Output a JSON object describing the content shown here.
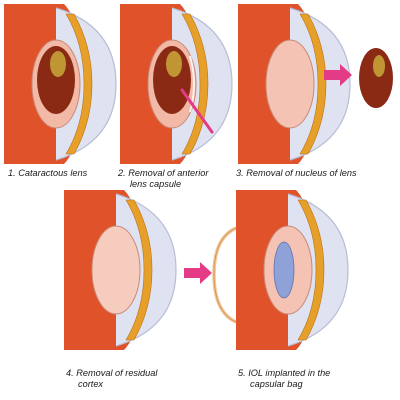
{
  "steps": [
    {
      "number": "1.",
      "line1": "Cataractous lens",
      "line2": ""
    },
    {
      "number": "2.",
      "line1": "Removal of anterior",
      "line2": "lens capsule"
    },
    {
      "number": "3.",
      "line1": "Removal of nucleus of lens",
      "line2": ""
    },
    {
      "number": "4.",
      "line1": "Removal of residual",
      "line2": "cortex"
    },
    {
      "number": "5.",
      "line1": "IOL implanted in the",
      "line2": "capsular bag"
    }
  ],
  "colors": {
    "eyewall": "#e0532a",
    "cornea": "#cfd3e6",
    "iris": "#e6a02a",
    "cataract": "#8a2a14",
    "capsule": "#f2b9a7",
    "iol": "#8fa2d8",
    "arrow": "#e43b86"
  }
}
